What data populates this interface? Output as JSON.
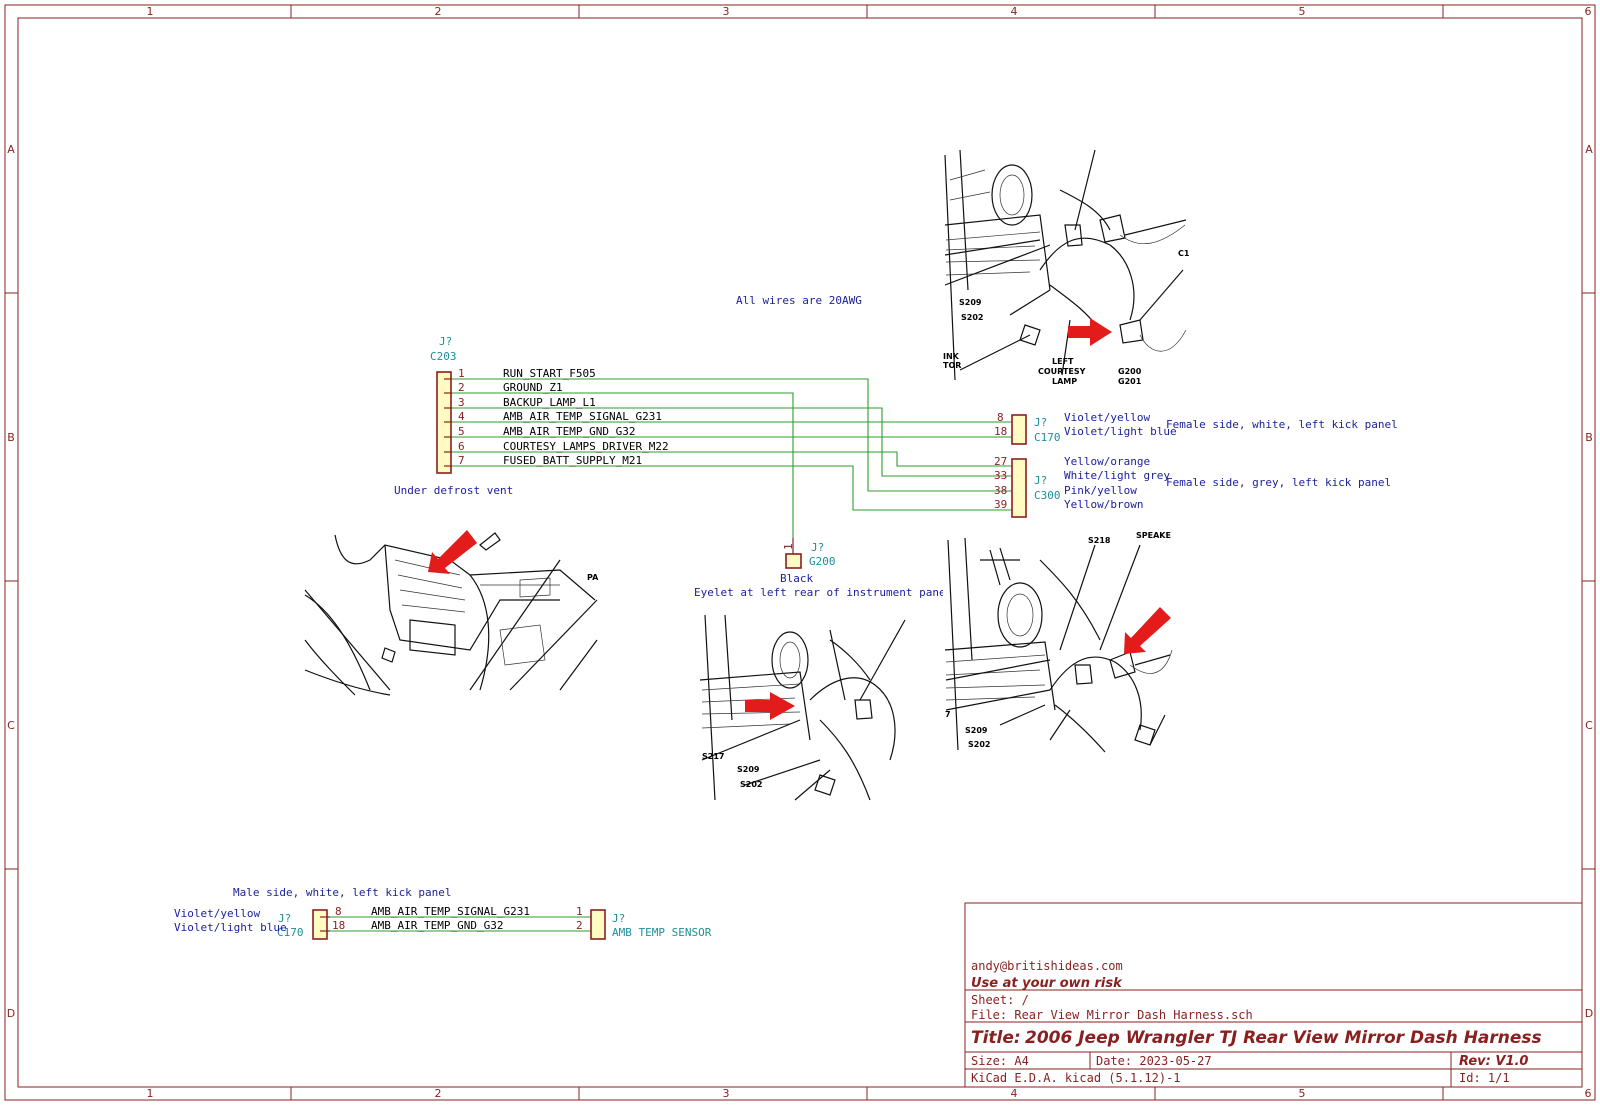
{
  "frame": {
    "columns": [
      "1",
      "2",
      "3",
      "4",
      "5",
      "6"
    ],
    "rows": [
      "A",
      "B",
      "C",
      "D"
    ]
  },
  "notes": {
    "wire_gauge": "All wires are 20AWG",
    "under_defrost": "Under defrost vent",
    "eyelet": "Eyelet at left rear of instrument panel",
    "c170_side": "Female side, white, left kick panel",
    "c300_side": "Female side, grey, left kick panel",
    "male_side": "Male side, white, left kick panel"
  },
  "c203": {
    "ref": "J?",
    "value": "C203",
    "pins": [
      {
        "num": "1",
        "net": "RUN_START_F505"
      },
      {
        "num": "2",
        "net": "GROUND_Z1"
      },
      {
        "num": "3",
        "net": "BACKUP_LAMP_L1"
      },
      {
        "num": "4",
        "net": "AMB_AIR_TEMP_SIGNAL_G231"
      },
      {
        "num": "5",
        "net": "AMB_AIR_TEMP_GND_G32"
      },
      {
        "num": "6",
        "net": "COURTESY_LAMPS_DRIVER_M22"
      },
      {
        "num": "7",
        "net": "FUSED_BATT_SUPPLY_M21"
      }
    ]
  },
  "c170_female": {
    "ref": "J?",
    "value": "C170",
    "pins": [
      {
        "num": "8",
        "color": "Violet/yellow"
      },
      {
        "num": "18",
        "color": "Violet/light blue"
      }
    ]
  },
  "c300": {
    "ref": "J?",
    "value": "C300",
    "pins": [
      {
        "num": "27",
        "color": "Yellow/orange"
      },
      {
        "num": "33",
        "color": "White/light grey"
      },
      {
        "num": "38",
        "color": "Pink/yellow"
      },
      {
        "num": "39",
        "color": "Yellow/brown"
      }
    ]
  },
  "g200": {
    "ref": "J?",
    "value": "G200",
    "pin": "1",
    "color": "Black"
  },
  "c170_male": {
    "ref": "J?",
    "value": "C170",
    "pins": [
      {
        "num": "8",
        "color": "Violet/yellow",
        "net": "AMB_AIR_TEMP_SIGNAL_G231"
      },
      {
        "num": "18",
        "color": "Violet/light blue",
        "net": "AMB_AIR_TEMP_GND_G32"
      }
    ]
  },
  "sensor": {
    "ref": "J?",
    "value": "AMB TEMP SENSOR",
    "pins": [
      "1",
      "2"
    ]
  },
  "photos": {
    "top_right": {
      "labels": [
        "C1",
        "S209",
        "S202",
        "INK",
        "TOR",
        "LEFT",
        "COURTESY",
        "LAMP",
        "G200",
        "G201"
      ]
    },
    "left": {
      "labels": [
        "PA"
      ]
    },
    "middle": {
      "labels": [
        "S217",
        "S209",
        "S202"
      ]
    },
    "bottom_right": {
      "labels": [
        "S218",
        "SPEAKE",
        "S209",
        "S202",
        "7"
      ]
    }
  },
  "title_block": {
    "company": "andy@britishideas.com",
    "comment": "Use at your own risk",
    "sheet": "Sheet: /",
    "file": "File: Rear View Mirror Dash Harness.sch",
    "title_label": "Title:",
    "title": "2006 Jeep Wrangler TJ Rear View Mirror Dash Harness",
    "size": "Size: A4",
    "date": "Date: 2023-05-27",
    "rev": "Rev: V1.0",
    "tool": "KiCad E.D.A.  kicad (5.1.12)-1",
    "id": "Id: 1/1"
  }
}
